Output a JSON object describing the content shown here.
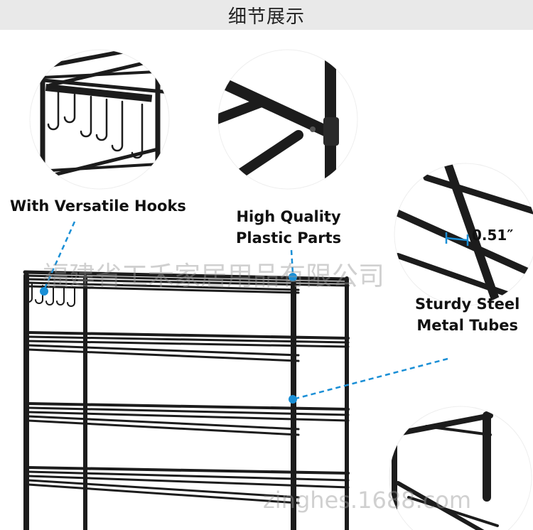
{
  "header": {
    "title": "细节展示"
  },
  "callouts": {
    "hooks": "With Versatile Hooks",
    "plastic": [
      "High Quality",
      "Plastic Parts"
    ],
    "steel": [
      "Sturdy Steel",
      "Metal Tubes"
    ],
    "dimension": "0.51″"
  },
  "watermarks": {
    "company": "福建省工禾家居用品有限公司",
    "site": "zinghes.1688.com"
  },
  "colors": {
    "header_bg": "#e9e9e9",
    "accent": "#1a8fd6",
    "metal": "#1c1c1c"
  }
}
